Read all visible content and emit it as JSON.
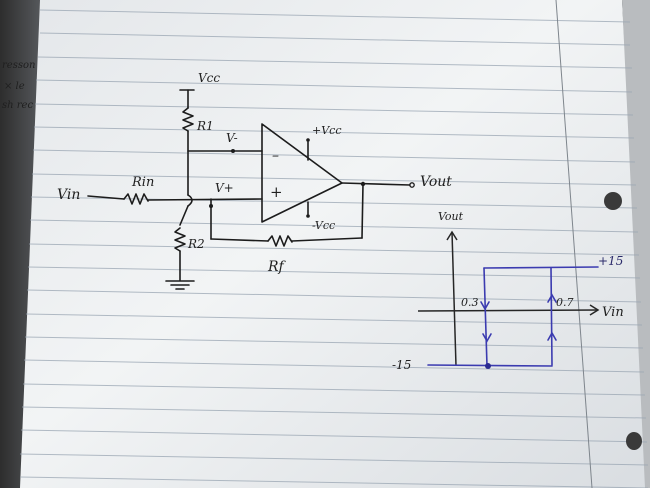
{
  "circuit": {
    "labels": {
      "vcc": "Vcc",
      "r1": "R1",
      "r2": "R2",
      "v_minus": "V-",
      "v_plus": "V+",
      "plus_vcc": "+Vcc",
      "minus_vcc": "-Vcc",
      "minus_sign": "–",
      "plus_sign": "+",
      "vin": "Vin",
      "rin": "Rin",
      "vout": "Vout",
      "rf": "Rf"
    }
  },
  "graph": {
    "y_axis_label": "Vout",
    "x_axis_label": "Vin",
    "upper_level": "+15",
    "lower_level": "-15",
    "lower_threshold": "0.3",
    "upper_threshold": "0.7"
  },
  "margin_scribbles": {
    "line1": "resson",
    "line2": "× le",
    "line3": "sh rec"
  },
  "colors": {
    "ink": "#1f1f1f",
    "graph_ink": "#3b3bb0",
    "paper": "#eef0f1"
  }
}
